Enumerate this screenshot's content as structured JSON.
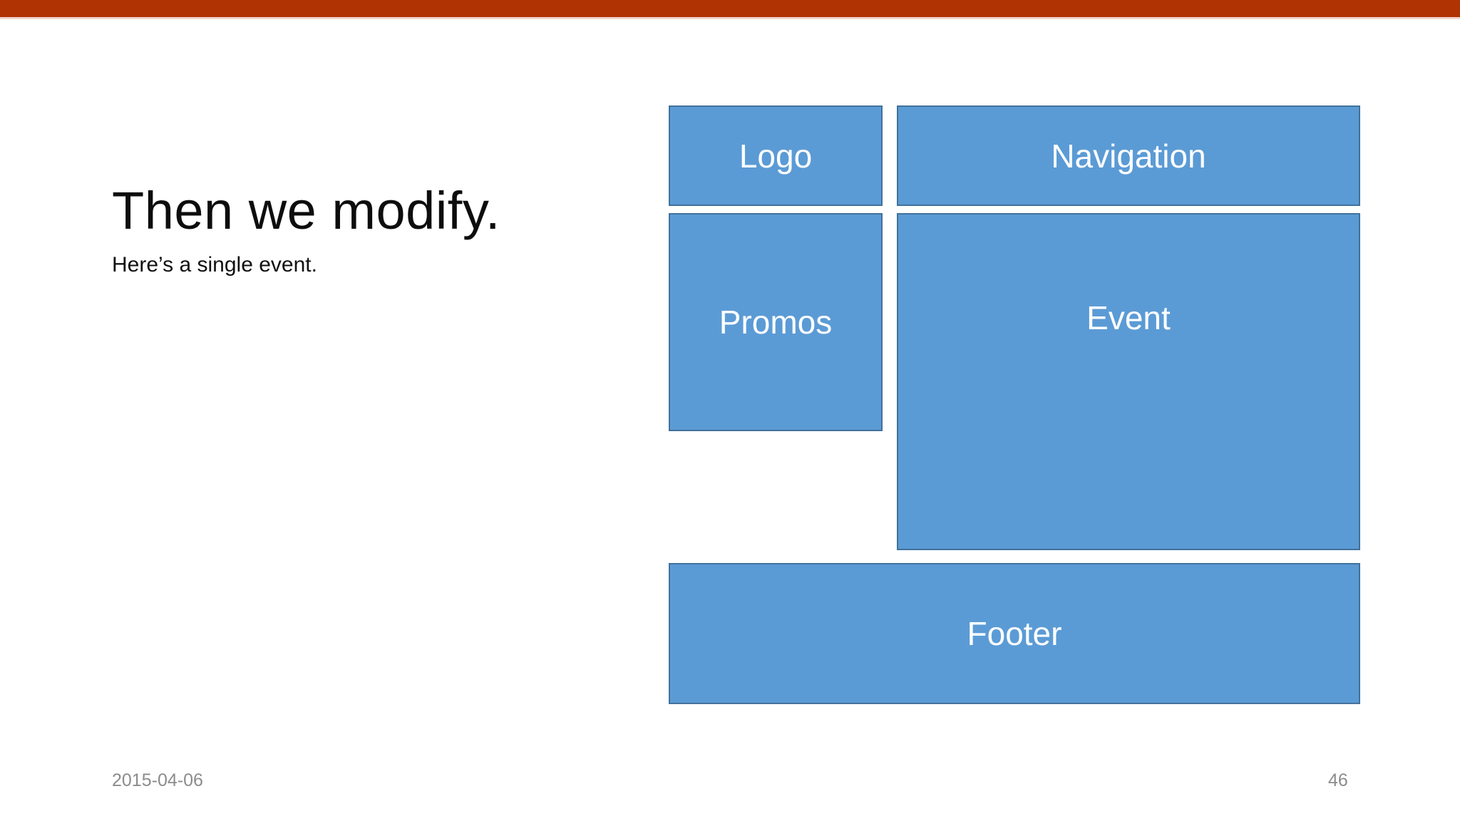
{
  "slide": {
    "title": "Then we modify.",
    "subtitle": "Here’s a single event.",
    "date": "2015-04-06",
    "number": "46",
    "accent_bar_color": "#B03304",
    "box_fill_color": "#5B9BD5",
    "box_border_color": "#41719C",
    "background_color": "#FFFFFF",
    "footer_text_color": "#8C8C8C"
  },
  "wireframe": {
    "boxes": [
      {
        "id": "logo",
        "label": "Logo"
      },
      {
        "id": "navigation",
        "label": "Navigation"
      },
      {
        "id": "promos",
        "label": "Promos"
      },
      {
        "id": "event",
        "label": "Event"
      },
      {
        "id": "footer",
        "label": "Footer"
      }
    ]
  }
}
